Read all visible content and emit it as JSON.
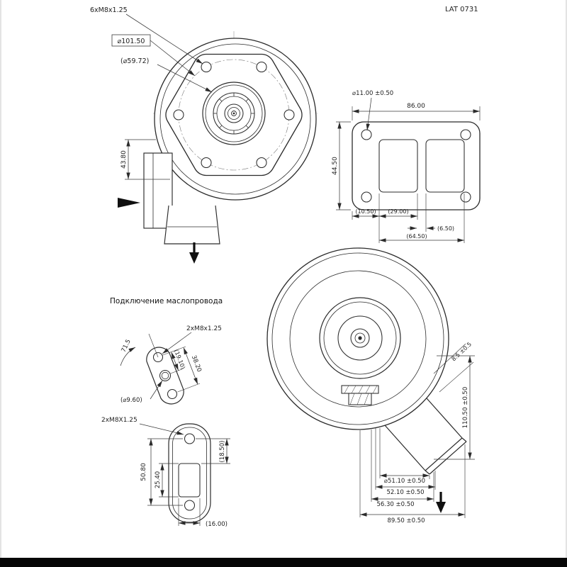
{
  "doc": {
    "number": "LAT 0731"
  },
  "front": {
    "bolts": "6xM8x1.25",
    "bolt_circle": "⌀101.50",
    "pilot_dia": "(⌀59.72)",
    "inlet_height": "43.80"
  },
  "t3": {
    "hole": "⌀11.00 ±0.50",
    "width": "86.00",
    "height": "44.50",
    "edge": "(10.50)",
    "port_w": "(29.00)",
    "web": "(6.50)",
    "span": "(64.50)"
  },
  "oil": {
    "section_title": "Подключение маслопровода",
    "inlet": {
      "angle": "71.5",
      "bolts": "2xM8x1.25",
      "length": "38.20",
      "half": "(19.10)",
      "bore": "(⌀9.60)"
    },
    "drain": {
      "bolts": "2xM8X1.25",
      "port_h": "25.40",
      "offset": "(18.50)",
      "spacing": "50.80",
      "port_w": "(16.00)"
    }
  },
  "side": {
    "angle": "8.5 ±0.5",
    "height": "110.50 ±0.50",
    "bore": "⌀51.10 ±0.50",
    "d1": "52.10 ±0.50",
    "d2": "56.30 ±0.50",
    "d3": "89.50 ±0.50"
  }
}
